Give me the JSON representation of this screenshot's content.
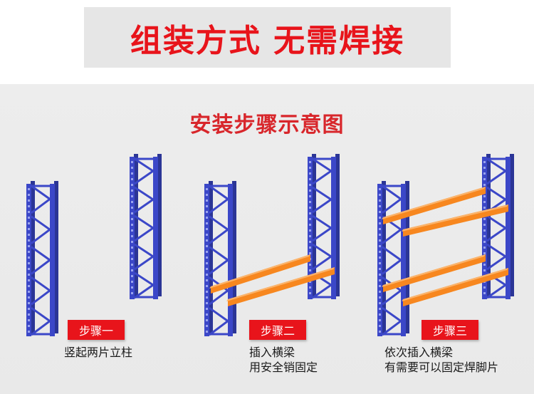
{
  "banner": {
    "title": "组装方式 无需焊接"
  },
  "diagram": {
    "title": "安装步骤示意图",
    "steps": [
      {
        "label": "步骤一",
        "desc": [
          "竖起两片立柱"
        ]
      },
      {
        "label": "步骤二",
        "desc": [
          "插入横梁",
          "用安全销固定"
        ]
      },
      {
        "label": "步骤三",
        "desc": [
          "依次插入横梁",
          "有需要可以固定焊脚片"
        ]
      }
    ]
  },
  "colors": {
    "accent_red": "#e8141b",
    "upright_blue": "#3b47c8",
    "beam_orange": "#f7871f"
  }
}
